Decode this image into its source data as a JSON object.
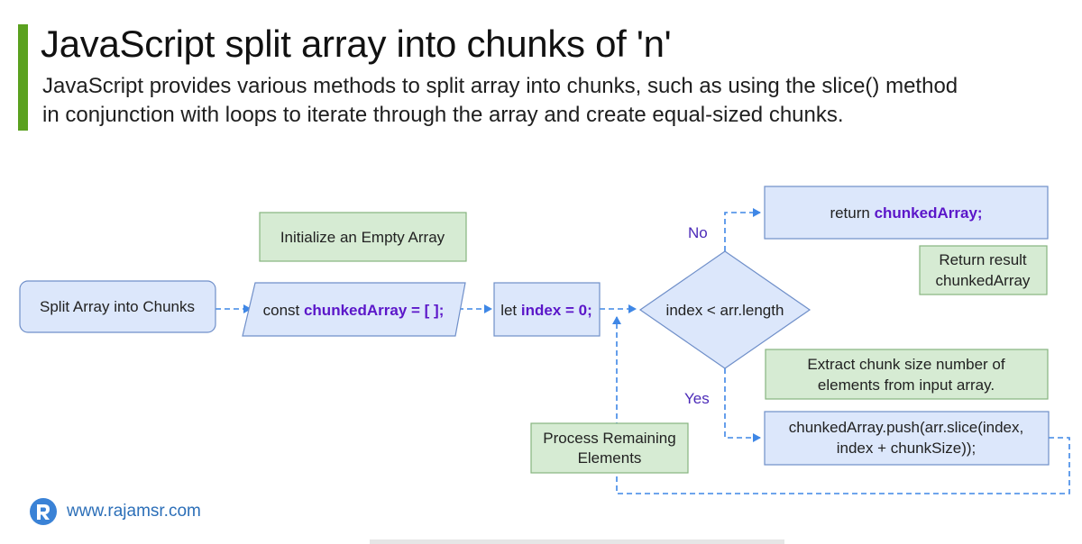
{
  "header": {
    "title": "JavaScript split array into chunks of 'n'",
    "description_line1": "JavaScript provides various methods to split array into chunks, such as using the slice() method",
    "description_line2": "in conjunction with loops to iterate through the array and create equal-sized chunks."
  },
  "diagram": {
    "nodes": {
      "start": "Split Array into Chunks",
      "init_note": "Initialize an Empty Array",
      "init_prefix": "const ",
      "init_code": "chunkedArray = [ ];",
      "index_prefix": "let ",
      "index_code": "index = 0;",
      "condition": "index < arr.length",
      "return_prefix": "return ",
      "return_code": "chunkedArray;",
      "return_note_line1": "Return result",
      "return_note_line2": "chunkedArray",
      "extract_note_line1": "Extract chunk size number of",
      "extract_note_line2": "elements from input array.",
      "push_line1": "chunkedArray.push(arr.slice(index,",
      "push_line2": "index + chunkSize));",
      "process_note_line1": "Process Remaining",
      "process_note_line2": "Elements"
    },
    "edge_labels": {
      "no": "No",
      "yes": "Yes"
    },
    "colors": {
      "process_fill": "#dce7fb",
      "process_stroke": "#6f8fc9",
      "note_fill": "#d6ebd3",
      "note_stroke": "#86b37e",
      "arrow": "#3f87e6",
      "keyword": "#5b16c9",
      "accent": "#5aa11f"
    }
  },
  "footer": {
    "logo_icon": "rajamsr-logo-icon",
    "site": "www.rajamsr.com"
  }
}
